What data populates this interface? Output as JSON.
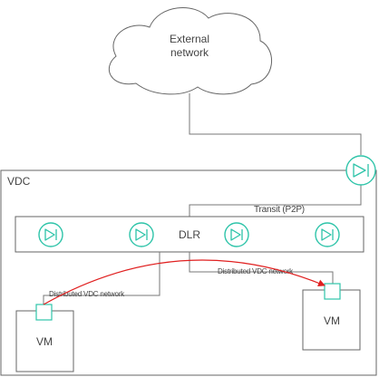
{
  "cloud": {
    "line1": "External",
    "line2": "network"
  },
  "vdc": {
    "label": "VDC"
  },
  "dlr": {
    "label": "DLR"
  },
  "transit": {
    "label": "Transit (P2P)"
  },
  "networks": {
    "left_label": "Distributed VDC network",
    "right_label": "Distributed VDC network"
  },
  "vms": {
    "left": "VM",
    "right": "VM"
  },
  "colors": {
    "accent": "#2ec4a9",
    "flow": "#e02020",
    "line": "#777777"
  },
  "icons": {
    "edge_router": "router-icon",
    "dlr_routers": [
      "router-icon",
      "router-icon",
      "router-icon",
      "router-icon"
    ],
    "ports": [
      "port-icon",
      "port-icon"
    ]
  }
}
